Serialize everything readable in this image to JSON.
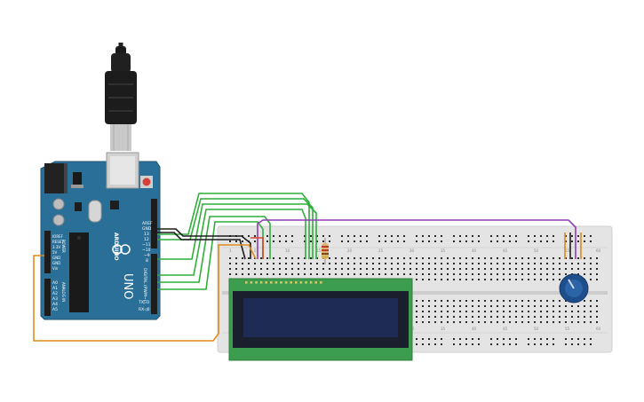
{
  "arduino": {
    "brand": "ARDUINO",
    "model": "UNO",
    "aref": "AREF",
    "gnd": "GND",
    "d13": "13",
    "d12": "12",
    "d11": "~11",
    "d10": "~10",
    "d9": "~9",
    "d8": "8",
    "digital_label": "DIGITAL (PWM~)",
    "tx": "TX▷0",
    "rx": "RX◁0",
    "power_pins": [
      "IOREF",
      "RESET",
      "3.3V",
      "5V",
      "GND",
      "GND",
      "Vin"
    ],
    "analog_pins": [
      "A0",
      "A1",
      "A2",
      "A3",
      "A4",
      "A5"
    ],
    "analog_label": "ANALOG IN",
    "power_label": "POWER"
  },
  "breadboard": {
    "column_numbers": [
      "1",
      "5",
      "10",
      "15",
      "20",
      "25",
      "30",
      "35",
      "40",
      "45",
      "50",
      "55",
      "60"
    ]
  },
  "colors": {
    "arduino_board": "#2a6f97",
    "wire_green": "#2fae3a",
    "wire_purple": "#8a3fb0",
    "wire_orange": "#e08a1e",
    "wire_black": "#1c1c1c",
    "lcd_pcb": "#3b9d4d",
    "lcd_screen": "#1e2c55",
    "breadboard": "#e4e4e4",
    "pot_knob": "#1f4e8c"
  },
  "icons": {
    "usb_cable": "usb-cable-icon",
    "potentiometer": "potentiometer-icon",
    "resistor": "resistor-icon"
  }
}
